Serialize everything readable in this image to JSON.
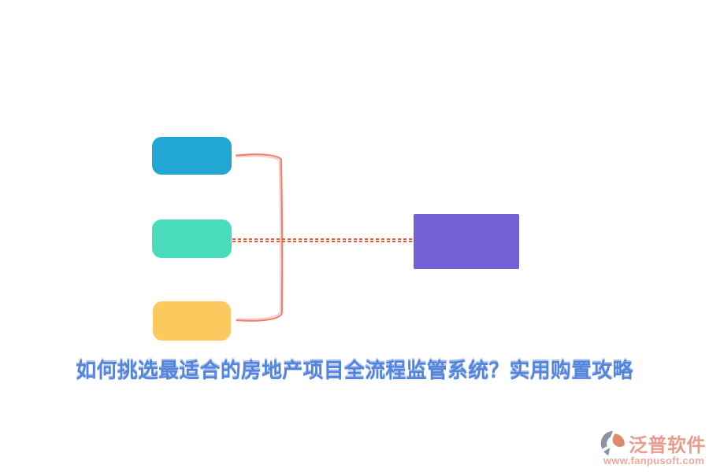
{
  "canvas": {
    "background": "#ffffff"
  },
  "title": {
    "text": "如何挑选最适合的房地产项目全流程监管系统？实用购置攻略",
    "color": "#5585db",
    "shadow_color": "#a9c0ee"
  },
  "diagram": {
    "source_boxes": [
      {
        "name": "item-1",
        "color": "#21a7d1"
      },
      {
        "name": "item-2",
        "color": "#49dcbc"
      },
      {
        "name": "item-3",
        "color": "#fbc95d"
      }
    ],
    "target_box": {
      "name": "result",
      "color": "#7561d7"
    },
    "bracket_color": "#ef8173",
    "dashed_line_color": "#e85b3d"
  },
  "watermark": {
    "brand": "泛普软件",
    "url": "www.fanpusoft.com",
    "text_color": "#e89c8e",
    "url_color": "#eda99c",
    "icon": {
      "name": "fanpu-logo-icon",
      "gray": "#8a95a3",
      "accent": "#db8c70"
    }
  }
}
